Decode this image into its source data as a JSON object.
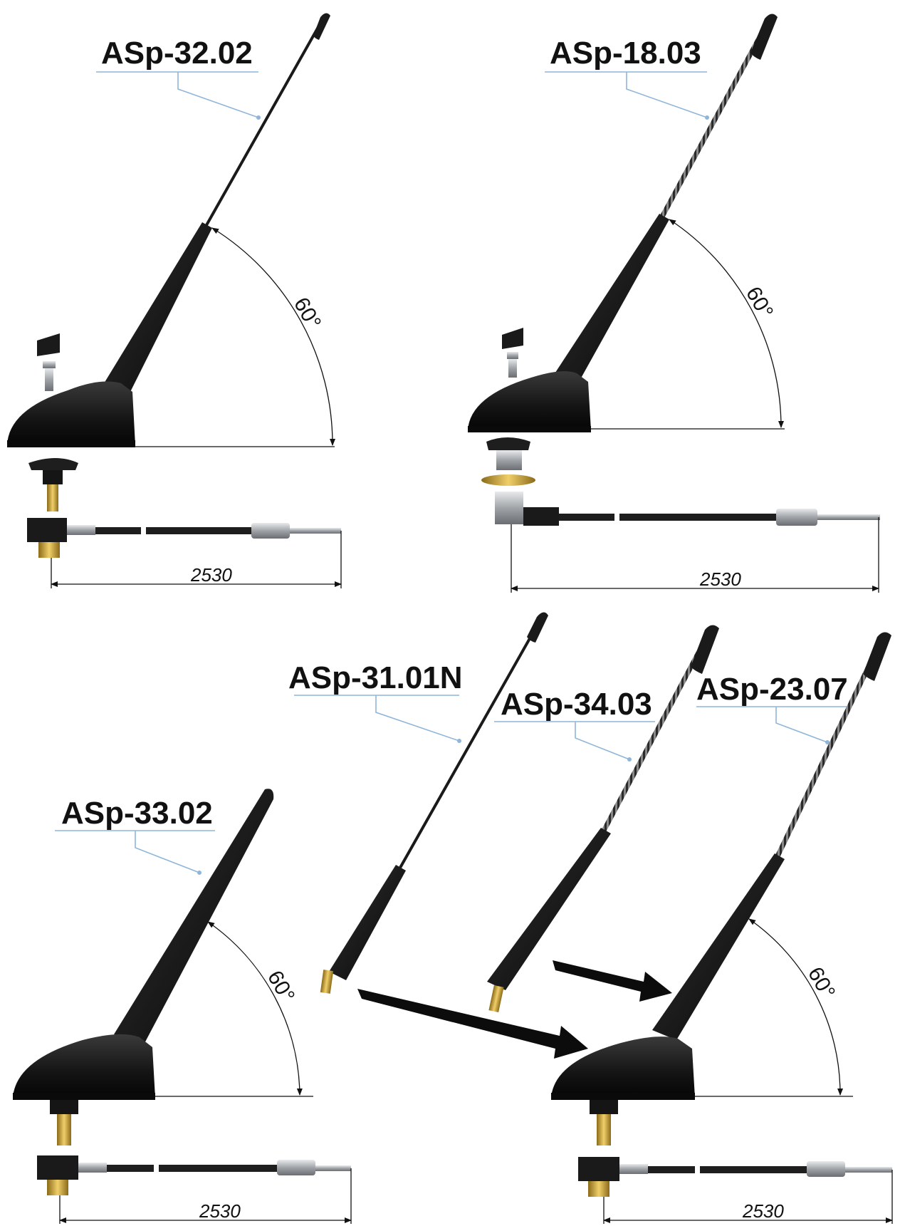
{
  "labels": {
    "asp_32_02": "ASp-32.02",
    "asp_18_03": "ASp-18.03",
    "asp_31_01n": "ASp-31.01N",
    "asp_34_03": "ASp-34.03",
    "asp_23_07": "ASp-23.07",
    "asp_33_02": "ASp-33.02"
  },
  "angle_text": "60°",
  "cable_length": "2530",
  "colors": {
    "body_black": "#1c1c1c",
    "brass": "#c9a23a",
    "leader_blue": "#8fb6da",
    "arrow": "#0c0c0c",
    "connector_silver": "#b8bcc0"
  }
}
